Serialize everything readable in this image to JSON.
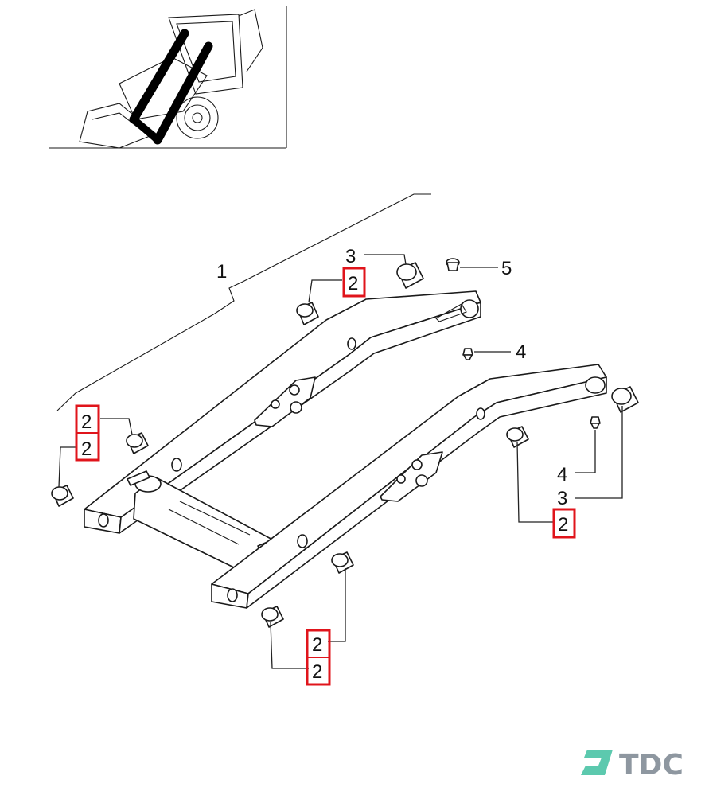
{
  "callouts": {
    "assembly": "1",
    "bushing": "2",
    "pin_bushing": "3",
    "grease_nipple": "4",
    "plug": "5"
  },
  "highlight_color": "#e0141b",
  "watermark": {
    "text": "TDC",
    "color": "#8e97a0",
    "accent": "#3fbfa0"
  },
  "thumbnail": {
    "icon": "backhoe-loader-icon"
  }
}
